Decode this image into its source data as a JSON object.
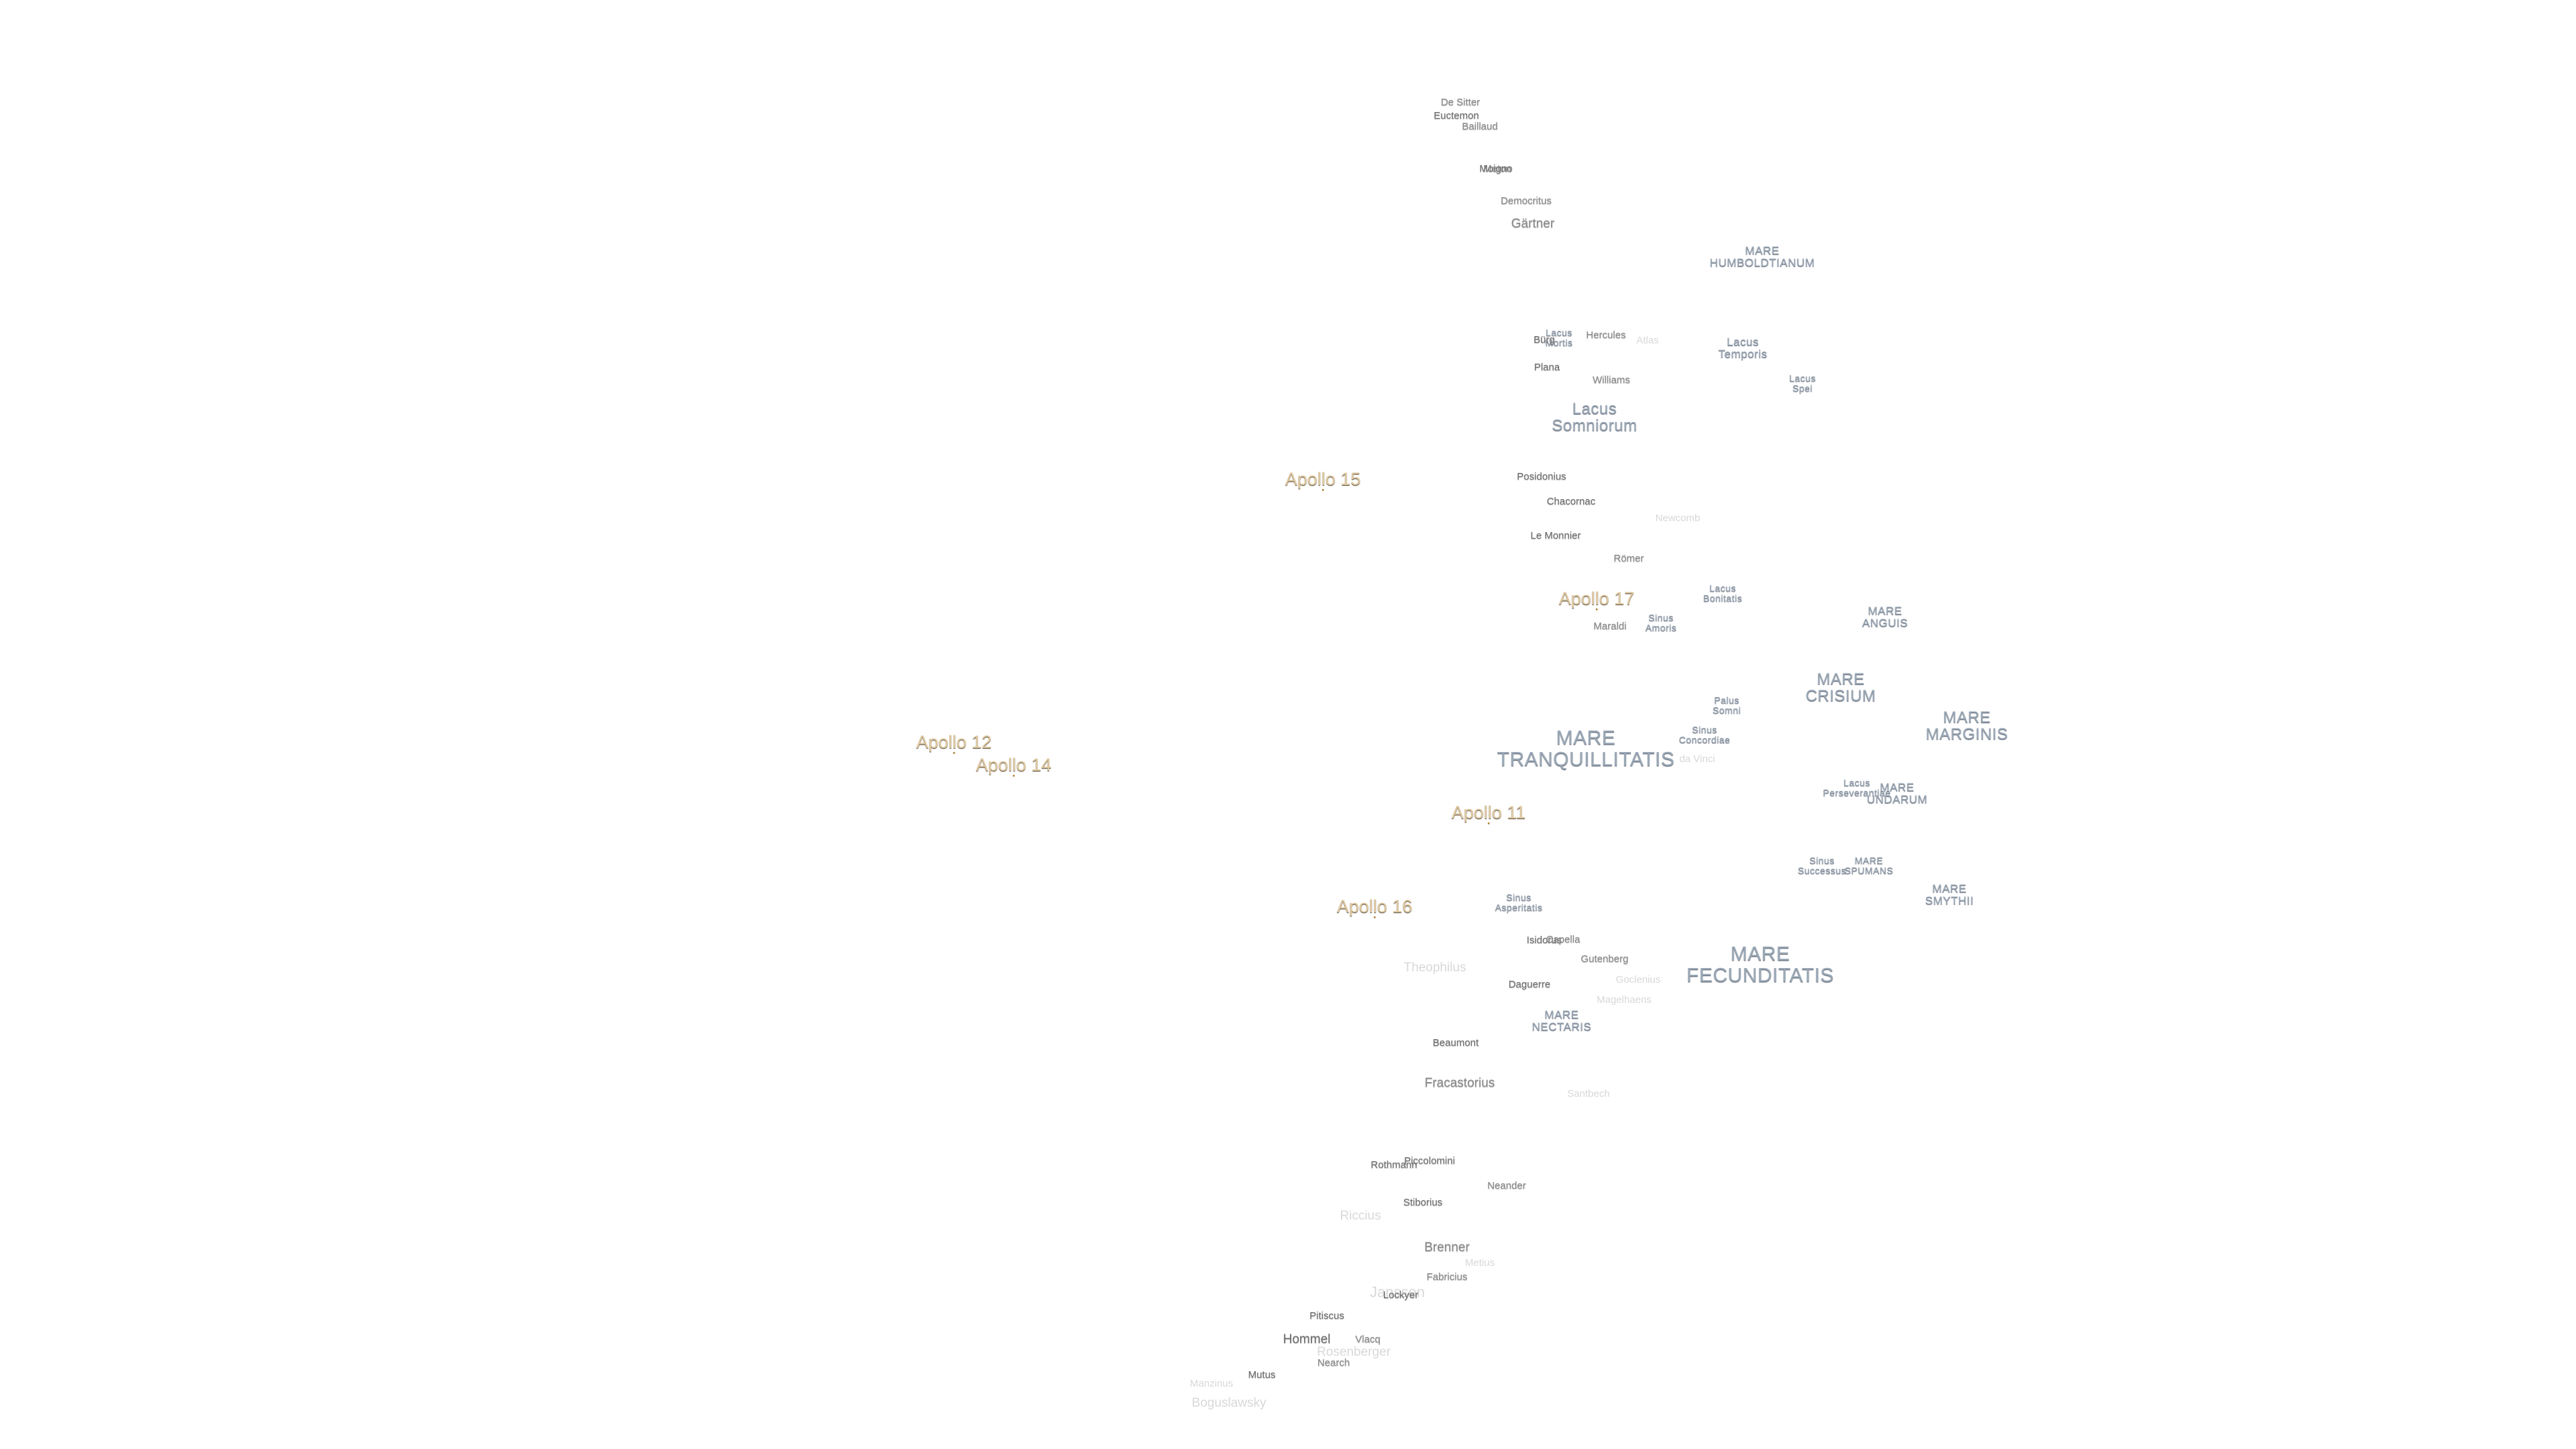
{
  "apollo_sites": [
    {
      "id": "apollo-15",
      "label": "Apollo 15"
    },
    {
      "id": "apollo-17",
      "label": "Apollo 17"
    },
    {
      "id": "apollo-12",
      "label": "Apollo 12"
    },
    {
      "id": "apollo-14",
      "label": "Apollo 14"
    },
    {
      "id": "apollo-11",
      "label": "Apollo 11"
    },
    {
      "id": "apollo-16",
      "label": "Apollo 16"
    }
  ],
  "maria": [
    {
      "id": "mare-humboldtianum",
      "lines": [
        "MARE",
        "HUMBOLDTIANUM"
      ]
    },
    {
      "id": "lacus-somniorum",
      "lines": [
        "Lacus",
        "Somniorum"
      ]
    },
    {
      "id": "lacus-temporis",
      "lines": [
        "Lacus",
        "Temporis"
      ]
    },
    {
      "id": "lacus-spei",
      "lines": [
        "Lacus",
        "Spei"
      ]
    },
    {
      "id": "lacus-mortis",
      "lines": [
        "Lacus",
        "Mortis"
      ]
    },
    {
      "id": "lacus-bonitatis",
      "lines": [
        "Lacus",
        "Bonitatis"
      ]
    },
    {
      "id": "mare-anguis",
      "lines": [
        "MARE",
        "ANGUIS"
      ]
    },
    {
      "id": "sinus-amoris",
      "lines": [
        "Sinus",
        "Amoris"
      ]
    },
    {
      "id": "mare-crisium",
      "lines": [
        "MARE",
        "CRISIUM"
      ]
    },
    {
      "id": "palus-somni",
      "lines": [
        "Palus",
        "Somni"
      ]
    },
    {
      "id": "sinus-concordiae",
      "lines": [
        "Sinus",
        "Concordiae"
      ]
    },
    {
      "id": "mare-marginis",
      "lines": [
        "MARE",
        "MARGINIS"
      ]
    },
    {
      "id": "mare-tranquillitatis",
      "lines": [
        "MARE",
        "TRANQUILLITATIS"
      ]
    },
    {
      "id": "lacus-perseverantiae",
      "lines": [
        "Lacus",
        "Perseverantiae"
      ]
    },
    {
      "id": "mare-undarum",
      "lines": [
        "MARE",
        "UNDARUM"
      ]
    },
    {
      "id": "sinus-successus",
      "lines": [
        "Sinus",
        "Successus"
      ]
    },
    {
      "id": "mare-spumans",
      "lines": [
        "MARE",
        "SPUMANS"
      ]
    },
    {
      "id": "mare-smythii",
      "lines": [
        "MARE",
        "SMYTHII"
      ]
    },
    {
      "id": "sinus-asperitatis",
      "lines": [
        "Sinus",
        "Asperitatis"
      ]
    },
    {
      "id": "mare-fecunditatis",
      "lines": [
        "MARE",
        "FECUNDITATIS"
      ]
    },
    {
      "id": "mare-nectaris",
      "lines": [
        "MARE",
        "NECTARIS"
      ]
    }
  ],
  "craters": [
    {
      "id": "de-sitter",
      "label": "De Sitter"
    },
    {
      "id": "euctemon",
      "label": "Euctemon"
    },
    {
      "id": "baillaud",
      "label": "Baillaud"
    },
    {
      "id": "meton",
      "label": "Meton"
    },
    {
      "id": "moigno",
      "label": "Moigno"
    },
    {
      "id": "mitchell",
      "label": "Mitchell"
    },
    {
      "id": "democritus",
      "label": "Democritus"
    },
    {
      "id": "gartner",
      "label": "Gärtner"
    },
    {
      "id": "hercules",
      "label": "Hercules"
    },
    {
      "id": "atlas",
      "label": "Atlas"
    },
    {
      "id": "burg",
      "label": "Bürg"
    },
    {
      "id": "plana",
      "label": "Plana"
    },
    {
      "id": "williams",
      "label": "Williams"
    },
    {
      "id": "posidonius",
      "label": "Posidonius"
    },
    {
      "id": "chacornac",
      "label": "Chacornac"
    },
    {
      "id": "newcomb",
      "label": "Newcomb"
    },
    {
      "id": "le-monnier",
      "label": "Le Monnier"
    },
    {
      "id": "romer",
      "label": "Römer"
    },
    {
      "id": "maraldi",
      "label": "Maraldi"
    },
    {
      "id": "da-vinci",
      "label": "da Vinci"
    },
    {
      "id": "isidorus",
      "label": "Isidorus"
    },
    {
      "id": "capella",
      "label": "Capella"
    },
    {
      "id": "gutenberg",
      "label": "Gutenberg"
    },
    {
      "id": "theophilus",
      "label": "Theophilus"
    },
    {
      "id": "daguerre",
      "label": "Daguerre"
    },
    {
      "id": "goclenius",
      "label": "Goclenius"
    },
    {
      "id": "magelhaens",
      "label": "Magelhaens"
    },
    {
      "id": "beaumont",
      "label": "Beaumont"
    },
    {
      "id": "fracastorius",
      "label": "Fracastorius"
    },
    {
      "id": "santbech",
      "label": "Santbech"
    },
    {
      "id": "rothmann",
      "label": "Rothmann"
    },
    {
      "id": "piccolomini",
      "label": "Piccolomini"
    },
    {
      "id": "neander",
      "label": "Neander"
    },
    {
      "id": "stiborius",
      "label": "Stiborius"
    },
    {
      "id": "riccius",
      "label": "Riccius"
    },
    {
      "id": "brenner",
      "label": "Brenner"
    },
    {
      "id": "metius",
      "label": "Metius"
    },
    {
      "id": "fabricius",
      "label": "Fabricius"
    },
    {
      "id": "janssen",
      "label": "Janssen"
    },
    {
      "id": "lockyer",
      "label": "Lockyer"
    },
    {
      "id": "pitiscus",
      "label": "Pitiscus"
    },
    {
      "id": "hommel",
      "label": "Hommel"
    },
    {
      "id": "vlacq",
      "label": "Vlacq"
    },
    {
      "id": "rosenberger",
      "label": "Rosenberger"
    },
    {
      "id": "nearch",
      "label": "Nearch"
    },
    {
      "id": "mutus",
      "label": "Mutus"
    },
    {
      "id": "manzinus",
      "label": "Manzinus"
    },
    {
      "id": "boguslawsky",
      "label": "Boguslawsky"
    }
  ]
}
